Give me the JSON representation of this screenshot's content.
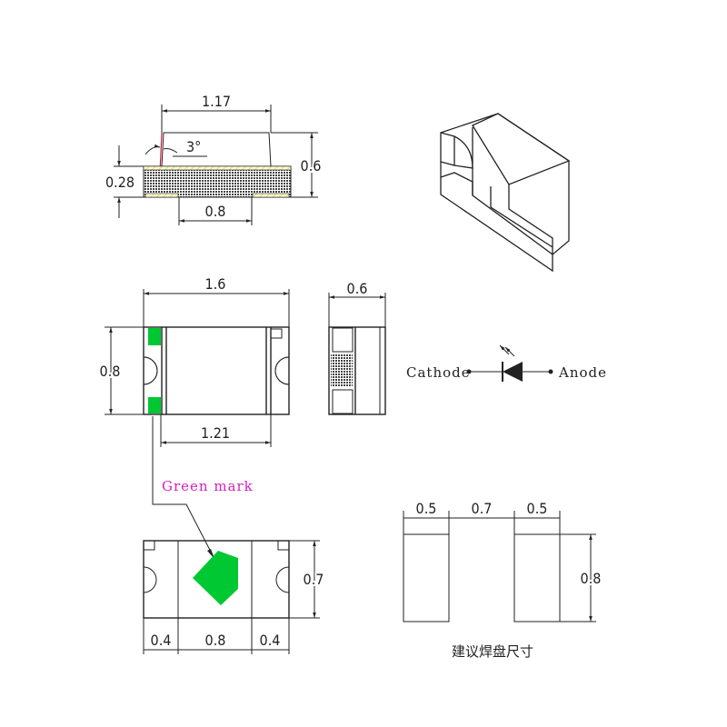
{
  "side_view": {
    "width_top": "1.17",
    "angle": "3°",
    "height": "0.6",
    "base_thickness": "0.28",
    "pad_gap": "0.8"
  },
  "top_view": {
    "length": "1.6",
    "width": "0.8",
    "inner_length": "1.21"
  },
  "end_view": {
    "width": "0.6"
  },
  "symbol": {
    "cathode": "Cathode",
    "anode": "Anode"
  },
  "green_mark_label": "Green mark",
  "bottom_view": {
    "pad_height": "0.7",
    "pad_left": "0.4",
    "gap": "0.8",
    "pad_right": "0.4"
  },
  "recommended_pads": {
    "pad_left": "0.5",
    "gap": "0.7",
    "pad_right": "0.5",
    "height": "0.8",
    "caption": "建议焊盘尺寸"
  },
  "colors": {
    "green": "#00c832",
    "hatch": "#e8e060",
    "magenta": "#d020c0"
  }
}
